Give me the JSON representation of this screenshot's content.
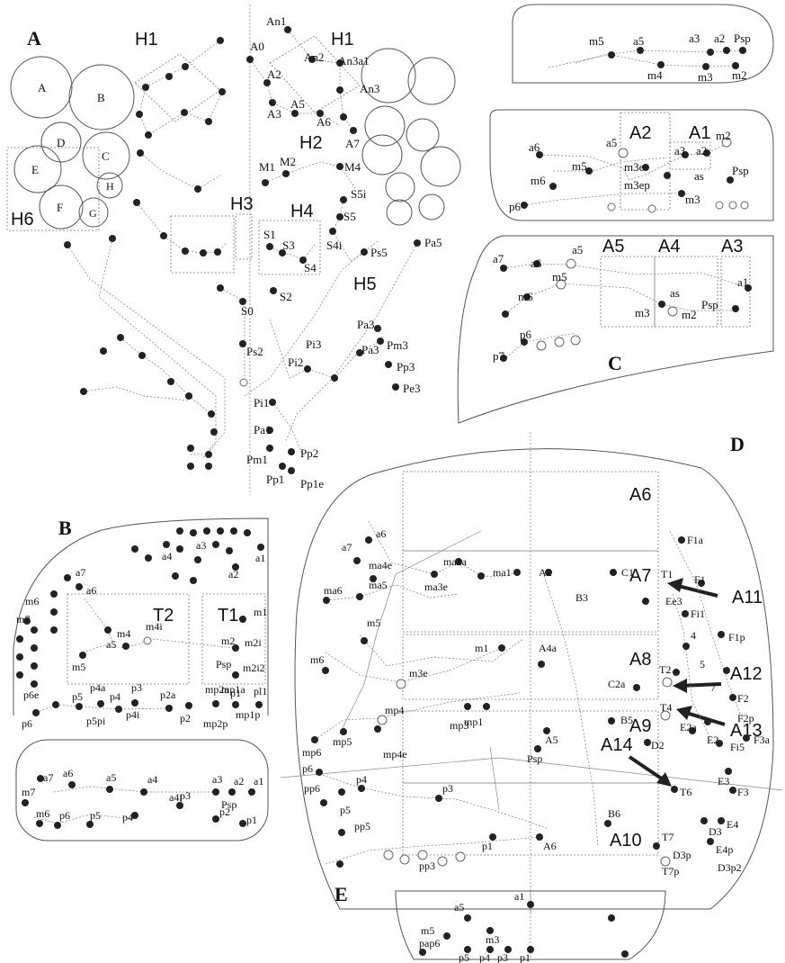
{
  "panels": [
    "A",
    "B",
    "C",
    "D",
    "E"
  ],
  "regions": {
    "A": [
      "H1",
      "H1",
      "H2",
      "H3",
      "H4",
      "H5",
      "H6"
    ],
    "B": [
      "T2",
      "T1"
    ],
    "C1": [
      "A2",
      "A1"
    ],
    "C2": [
      "A5",
      "A4",
      "A3"
    ],
    "D": [
      "A6",
      "A7",
      "A8",
      "A9",
      "A10",
      "A11",
      "A12",
      "A13",
      "A14"
    ]
  },
  "eye_patches": [
    "A",
    "B",
    "C",
    "D",
    "E",
    "F",
    "G",
    "H"
  ],
  "setae": {
    "A": [
      "An1",
      "An2",
      "An3a1",
      "An3",
      "A0",
      "A2",
      "A3",
      "A5",
      "A6",
      "A7",
      "M1",
      "M2",
      "M4",
      "S5i",
      "S5",
      "S1",
      "S3",
      "S4",
      "S4i",
      "S2",
      "S0",
      "Ps5",
      "Pa5",
      "Ps2",
      "Pa3",
      "Pa3",
      "Pm3",
      "Pp3",
      "Pe3",
      "Pi2",
      "Pi3",
      "Pi1",
      "Pa1",
      "Pm1",
      "Pp2",
      "Pp1",
      "Pp1e"
    ],
    "B": [
      "a1",
      "a2",
      "a3",
      "a4",
      "a5",
      "a6",
      "a7",
      "m6",
      "m7",
      "m1",
      "m2",
      "m2i",
      "m2i2",
      "m4",
      "m4i",
      "m5",
      "Psp",
      "p6e",
      "p6",
      "p5",
      "p5pi",
      "p4a",
      "p4",
      "p4i",
      "p3",
      "p2a",
      "p2",
      "mp2a",
      "mp2p",
      "mp1a",
      "mp1p",
      "p1",
      "pl1",
      "a1",
      "a2",
      "a3",
      "a4",
      "a4i",
      "a5",
      "a6",
      "a7",
      "m7",
      "Psp",
      "m6",
      "p6",
      "p5",
      "p4",
      "p3",
      "p2",
      "p1"
    ],
    "C": [
      "m5",
      "a5",
      "a3",
      "a2",
      "Psp",
      "m4",
      "m3",
      "m2",
      "a6",
      "a5",
      "a3",
      "a2",
      "m2",
      "Psp",
      "m5",
      "m3e",
      "m6",
      "m3ep",
      "as",
      "m3",
      "p6",
      "a7",
      "a6",
      "a5",
      "a1",
      "m5",
      "m6",
      "as",
      "Psp",
      "m3",
      "m2",
      "p6",
      "p7"
    ],
    "D": [
      "a6",
      "a7",
      "ma4e",
      "ma5",
      "ma6",
      "ma2a",
      "ma3e",
      "ma1",
      "A2",
      "B3",
      "C1",
      "T1",
      "F1a",
      "F1",
      "Ee3",
      "Fi1",
      "F1p",
      "m5",
      "m6",
      "m1",
      "m3e",
      "A4a",
      "C2a",
      "T2",
      "F2",
      "F2p",
      "mp4",
      "mp3",
      "mp1",
      "B5",
      "E2a",
      "T4",
      "E2",
      "mp6",
      "mp5",
      "mp4e",
      "D2",
      "Fi5",
      "F3a",
      "A5",
      "Psp",
      "T6",
      "E3",
      "F3",
      "p6",
      "p4",
      "pp6",
      "p5",
      "p3",
      "B6",
      "D3",
      "E4",
      "pp5",
      "pp3",
      "p1",
      "A6",
      "T7",
      "D3p",
      "E4p",
      "T7p",
      "D3p2"
    ],
    "E": [
      "a1",
      "a5",
      "m5",
      "m3",
      "pap6",
      "p5",
      "p4",
      "p3",
      "p1"
    ]
  },
  "numerals": [
    "4",
    "5",
    "7"
  ]
}
